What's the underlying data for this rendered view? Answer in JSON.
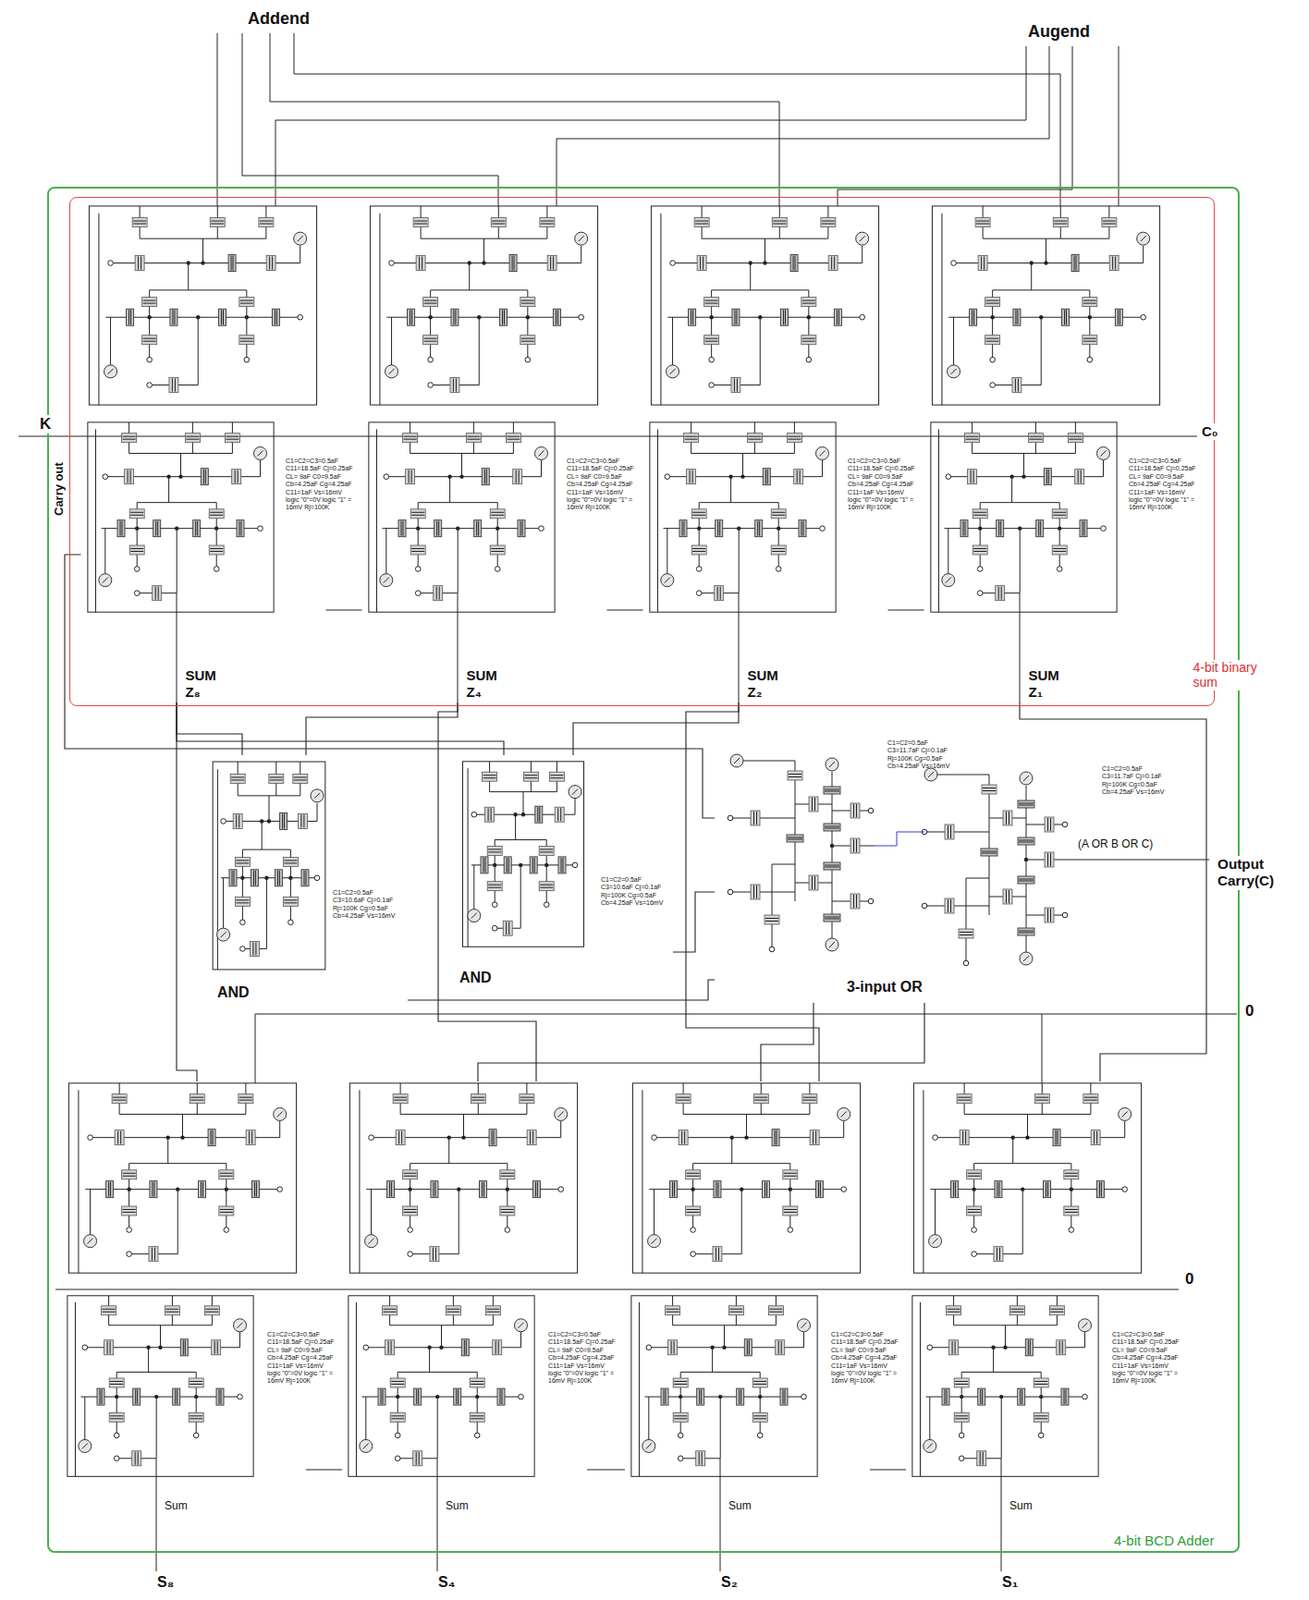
{
  "diagram": {
    "nodes": [
      {
        "text": [
          "4-bit BCD Adder"
        ]
      },
      {
        "text": [
          "4-bit binary sum"
        ],
        "in": 0
      },
      {
        "text": [
          "SUM",
          "Z₈"
        ],
        "in": 1
      },
      {
        "text": [
          "SUM",
          "Z₄"
        ],
        "in": 1
      },
      {
        "text": [
          "SUM",
          "Z₂"
        ],
        "in": 1
      },
      {
        "text": [
          "SUM",
          "Z₁"
        ],
        "in": 1
      },
      {
        "text": [
          "AND"
        ],
        "in": 0
      },
      {
        "text": [
          "AND"
        ],
        "in": 0
      },
      {
        "text": [
          "3-input OR"
        ],
        "in": 0
      },
      {
        "text": [
          "Sum"
        ],
        "in": 0
      },
      {
        "text": [
          "Sum"
        ],
        "in": 0
      },
      {
        "text": [
          "Sum"
        ],
        "in": 0
      },
      {
        "text": [
          "Sum"
        ],
        "in": 0
      }
    ],
    "edges": [
      {
        "from": 2,
        "to": 6,
        "arrow": "none"
      },
      {
        "from": 3,
        "to": 6,
        "arrow": "none"
      },
      {
        "from": 2,
        "to": 7,
        "arrow": "none"
      },
      {
        "from": 4,
        "to": 7,
        "arrow": "none"
      },
      {
        "from": 6,
        "to": 8,
        "arrow": "none"
      },
      {
        "from": 7,
        "to": 8,
        "arrow": "none"
      },
      {
        "from": 2,
        "to": 8,
        "arrow": "none"
      },
      {
        "from": 2,
        "to": 9,
        "arrow": "none"
      },
      {
        "from": 3,
        "to": 10,
        "arrow": "none"
      },
      {
        "from": 4,
        "to": 11,
        "arrow": "none"
      },
      {
        "from": 5,
        "to": 12,
        "arrow": "none"
      },
      {
        "from": 8,
        "to": 10,
        "arrow": "none"
      },
      {
        "from": 8,
        "to": 11,
        "arrow": "none"
      },
      {
        "from": 5,
        "to": 4,
        "arrow": "none"
      },
      {
        "from": 4,
        "to": 3,
        "arrow": "none"
      },
      {
        "from": 3,
        "to": 2,
        "arrow": "none"
      },
      {
        "from": 12,
        "to": 11,
        "arrow": "none"
      },
      {
        "from": 11,
        "to": 10,
        "arrow": "none"
      },
      {
        "from": 10,
        "to": 9,
        "arrow": "none"
      }
    ],
    "labels": [
      "Addend",
      "Augend",
      "K",
      "Carry out",
      "C₀",
      "(A OR B OR C)",
      "Output Carry(C)",
      "0",
      "0",
      "S₈",
      "S₄",
      "S₂",
      "S₁",
      "C1=C2=C3=0.5aF C11=18.5aF Cj=0.25aF CL= 9aF C0=9.5aF Cb=4.25aF Cg=4.25aF C11=1aF Vs=16mV logic \"0\"=0V logic \"1\" = 16mV Rj=100K",
      "C1=C2=C3=0.5aF C11=18.5aF Cj=0.25aF CL= 9aF C0=9.5aF Cb=4.25aF Cg=4.25aF C11=1aF Vs=16mV logic \"0\"=0V logic \"1\" = 16mV Rj=100K",
      "C1=C2=C3=0.5aF C11=18.5aF Cj=0.25aF CL= 9aF C0=9.5aF Cb=4.25aF Cg=4.25aF C11=1aF Vs=16mV logic \"0\"=0V logic \"1\" = 16mV Rj=100K",
      "C1=C2=C3=0.5aF C11=18.5aF Cj=0.25aF CL= 9aF C0=9.5aF Cb=4.25aF Cg=4.25aF C11=1aF Vs=16mV logic \"0\"=0V logic \"1\" = 16mV Rj=100K",
      "C1=C2=C3=0.5aF C11=18.5aF Cj=0.25aF CL= 9aF C0=9.5aF Cb=4.25aF Cg=4.25aF C11=1aF Vs=16mV logic \"0\"=0V logic \"1\" = 16mV Rj=100K",
      "C1=C2=C3=0.5aF C11=18.5aF Cj=0.25aF CL= 9aF C0=9.5aF Cb=4.25aF Cg=4.25aF C11=1aF Vs=16mV logic \"0\"=0V logic \"1\" = 16mV Rj=100K",
      "C1=C2=C3=0.5aF C11=18.5aF Cj=0.25aF CL= 9aF C0=9.5aF Cb=4.25aF Cg=4.25aF C11=1aF Vs=16mV logic \"0\"=0V logic \"1\" = 16mV Rj=100K",
      "C1=C2=C3=0.5aF C11=18.5aF Cj=0.25aF CL= 9aF C0=9.5aF Cb=4.25aF Cg=4.25aF C11=1aF Vs=16mV logic \"0\"=0V logic \"1\" = 16mV Rj=100K",
      "C1=C2=0.5aF C3=10.6aF Cj=0.1aF Rj=100K Cg=0.5aF Cb=4.25aF Vs=16mV",
      "C1=C2=0.5aF C3=10.6aF Cj=0.1aF Rj=100K Cg=0.5aF Cb=4.25aF Vs=16mV",
      "C1=C2=0.5aF C3=11.7aF Cj=0.1aF Rj=100K Cg=0.5aF Cb=4.25aF Vs=16mV",
      "C1=C2=0.5aF C3=11.7aF Cj=0.1aF Rj=100K Cg=0.5aF Cb=4.25aF Vs=16mV"
    ]
  }
}
